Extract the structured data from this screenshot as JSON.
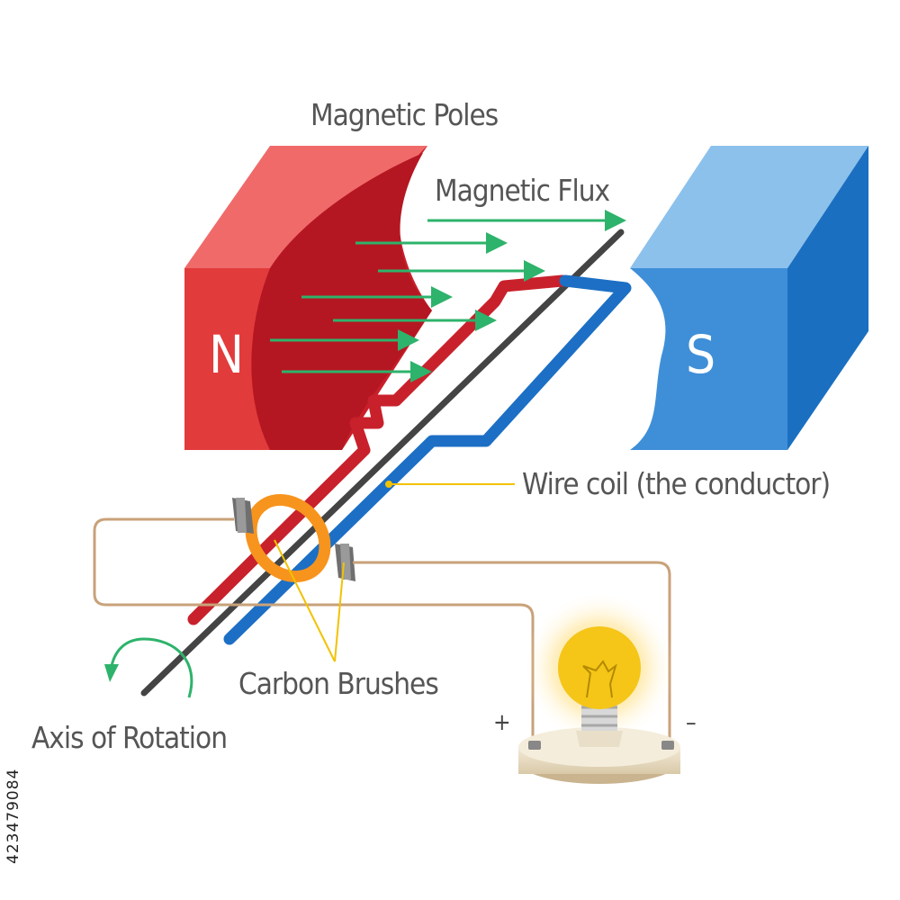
{
  "labels": {
    "magnetic_poles": "Magnetic Poles",
    "magnetic_flux": "Magnetic Flux",
    "wire_coil": "Wire coil (the conductor)",
    "carbon_brushes": "Carbon Brushes",
    "axis_of_rotation": "Axis of Rotation",
    "north_pole": "N",
    "south_pole": "S",
    "plus": "+",
    "minus": "–"
  },
  "stock_id": "423479084",
  "colors": {
    "north_magnet": "#e23b3b",
    "south_magnet": "#3f8fd8",
    "flux_arrow": "#2db36b",
    "wire_red": "#c8212b",
    "wire_blue": "#1c6fc4",
    "axle": "#444444",
    "slip_ring": "#f7941d",
    "brush": "#7a7a7a",
    "circuit_wire": "#c9a27a",
    "leader_line": "#f2c200",
    "bulb": "#f5c518"
  }
}
